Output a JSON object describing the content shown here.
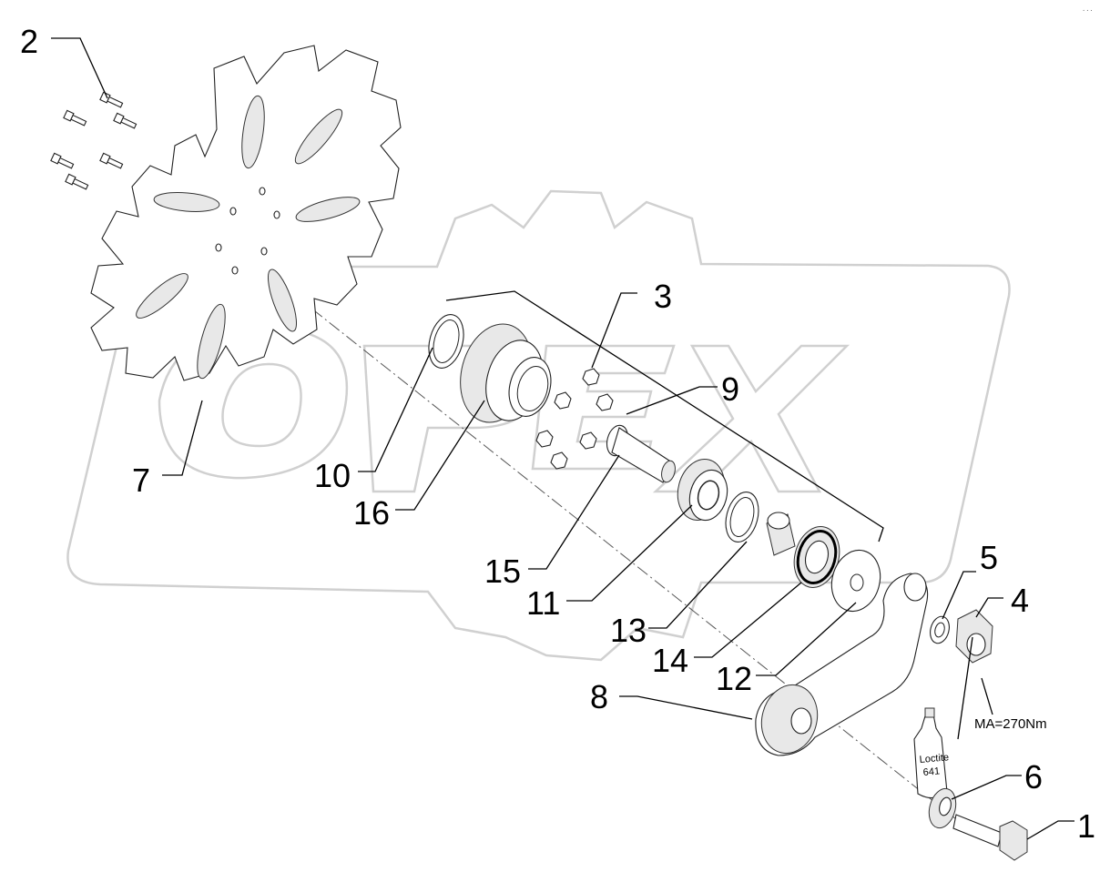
{
  "diagram": {
    "corner_mark": "...",
    "callouts": {
      "c1": "1",
      "c2": "2",
      "c3": "3",
      "c4": "4",
      "c5": "5",
      "c6": "6",
      "c7": "7",
      "c8": "8",
      "c9": "9",
      "c10": "10",
      "c11": "11",
      "c12": "12",
      "c13": "13",
      "c14": "14",
      "c15": "15",
      "c16": "16"
    },
    "torque_note": "MA=270Nm",
    "bottle_label_line1": "Loctite",
    "bottle_label_line2": "641"
  }
}
